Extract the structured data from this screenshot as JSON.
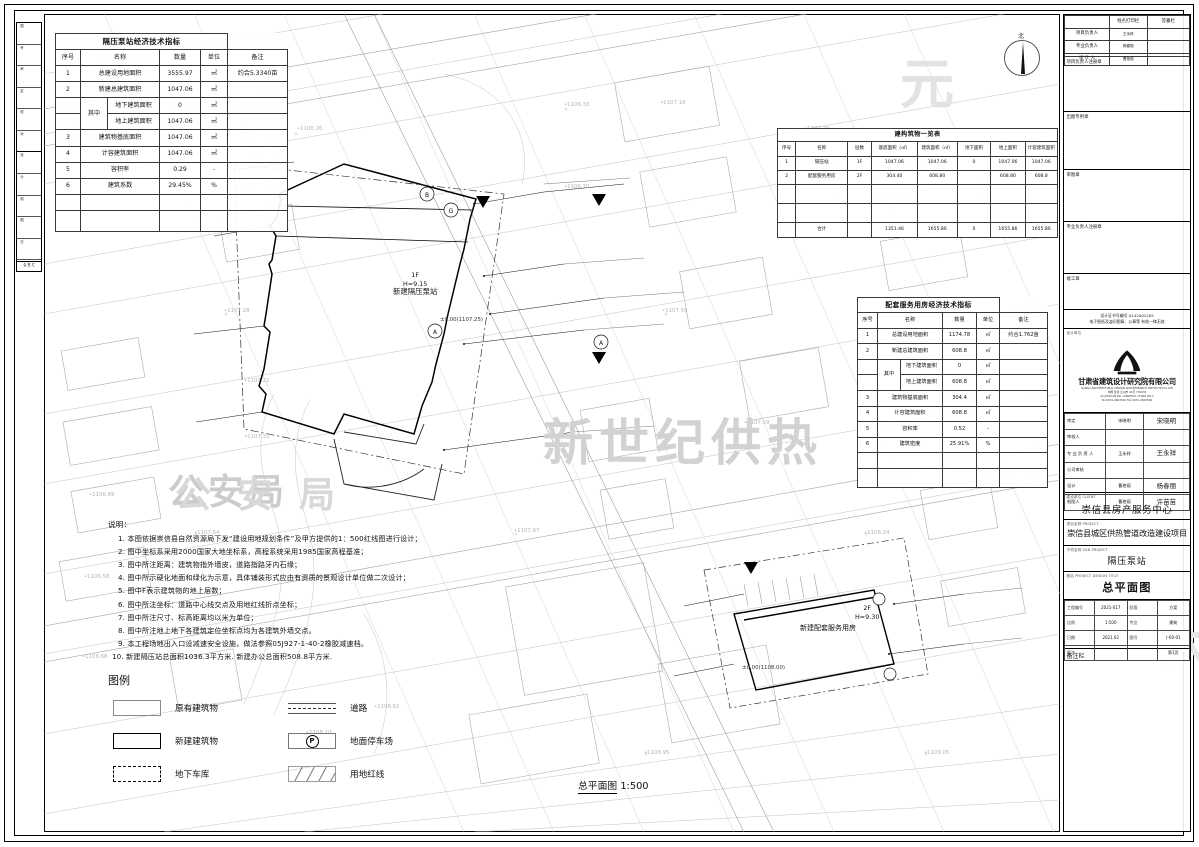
{
  "sheet": {
    "drawing_title": "总平面图",
    "scale_label": "1:500"
  },
  "edge_table": {
    "cells": [
      "图",
      "号",
      "审",
      "定",
      "校",
      "对",
      "设",
      "计",
      "制",
      "图",
      "日",
      "期"
    ],
    "footer": "会 签 栏"
  },
  "econ_table_a": {
    "title": "隔压泵站经济技术指标",
    "headers": [
      "序号",
      "名称",
      "数量",
      "单位",
      "备注"
    ],
    "rows": [
      {
        "no": "1",
        "name": "总建设用地面积",
        "qty": "3555.97",
        "unit": "㎡",
        "note": "约合5.3340亩"
      },
      {
        "no": "2",
        "name": "新建总建筑面积",
        "qty": "1047.06",
        "unit": "㎡",
        "note": ""
      },
      {
        "no": "",
        "group": "其中",
        "name": "地下建筑面积",
        "qty": "0",
        "unit": "㎡",
        "note": ""
      },
      {
        "no": "",
        "group": "其中",
        "name": "地上建筑面积",
        "qty": "1047.06",
        "unit": "㎡",
        "note": ""
      },
      {
        "no": "3",
        "name": "建筑物基底面积",
        "qty": "1047.06",
        "unit": "㎡",
        "note": ""
      },
      {
        "no": "4",
        "name": "计容建筑面积",
        "qty": "1047.06",
        "unit": "㎡",
        "note": ""
      },
      {
        "no": "5",
        "name": "容积率",
        "qty": "0.29",
        "unit": "-",
        "note": ""
      },
      {
        "no": "6",
        "name": "建筑系数",
        "qty": "29.45%",
        "unit": "%",
        "note": ""
      }
    ]
  },
  "econ_table_b": {
    "title": "配套服务用房经济技术指标",
    "headers": [
      "序号",
      "名称",
      "数量",
      "单位",
      "备注"
    ],
    "rows": [
      {
        "no": "1",
        "name": "总建设用地面积",
        "qty": "1174.78",
        "unit": "㎡",
        "note": "约合1.762亩"
      },
      {
        "no": "2",
        "name": "新建总建筑面积",
        "qty": "608.8",
        "unit": "㎡",
        "note": ""
      },
      {
        "no": "",
        "group": "其中",
        "name": "地下建筑面积",
        "qty": "0",
        "unit": "㎡",
        "note": ""
      },
      {
        "no": "",
        "group": "其中",
        "name": "地上建筑面积",
        "qty": "608.8",
        "unit": "㎡",
        "note": ""
      },
      {
        "no": "3",
        "name": "建筑物基底面积",
        "qty": "304.4",
        "unit": "㎡",
        "note": ""
      },
      {
        "no": "4",
        "name": "计容建筑面积",
        "qty": "608.8",
        "unit": "㎡",
        "note": ""
      },
      {
        "no": "5",
        "name": "容积率",
        "qty": "0.52",
        "unit": "-",
        "note": ""
      },
      {
        "no": "6",
        "name": "建筑密度",
        "qty": "25.91%",
        "unit": "%",
        "note": ""
      }
    ]
  },
  "summary_table": {
    "title": "建构筑物一览表",
    "headers": [
      "序号",
      "名称",
      "层数",
      "基底面积（㎡）",
      "建筑面积（㎡）",
      "地下面积",
      "地上面积",
      "计容建筑面积"
    ],
    "rows": [
      {
        "no": "1",
        "name": "隔压站",
        "floors": "1F",
        "base": "1047.06",
        "area": "1047.06",
        "under": "0",
        "above": "1047.06",
        "far_area": "1047.06"
      },
      {
        "no": "2",
        "name": "配套服务用房",
        "floors": "2F",
        "base": "304.40",
        "area": "608.80",
        "under": "",
        "above": "608.80",
        "far_area": "608.8"
      }
    ],
    "total_label": "合计",
    "total": {
      "base": "1351.46",
      "area": "1655.86",
      "under": "0",
      "above": "1655.86",
      "far_area": "1655.86"
    }
  },
  "notes": {
    "heading": "说明：",
    "items": [
      "1. 本图依据崇信县自然资源局下发“建设用地规划条件”及甲方提供的1：500红线图进行设计；",
      "2. 图中坐标系采用2000国家大地坐标系，高程系统采用1985国家高程基准；",
      "3. 图中所注距离：建筑物指外墙皮，道路指路牙内石缘；",
      "4. 图中所示硬化地面和绿化为示意，具体铺装形式应由有资质的景观设计单位做二次设计；",
      "5. 图中F表示建筑物的地上层数；",
      "6. 图中所注坐标：道路中心线交点及用地红线折点坐标；",
      "7. 图中所注尺寸、标高距离均以米为单位；",
      "8. 图中所注地上地下各建筑定位坐标点均为各建筑外墙交点。",
      "9. 本工程场地出入口设减速安全设施，做法参照05J927-1-40-2橡胶减速档。",
      "10. 新建隔压站总面积1036.3平方米. 新建办公总面积508.8平方米."
    ]
  },
  "legend": {
    "title": "图例",
    "items": [
      {
        "key": "existing-building",
        "label": "原有建筑物"
      },
      {
        "key": "new-building",
        "label": "新建建筑物"
      },
      {
        "key": "underground-garage",
        "label": "地下车库"
      },
      {
        "key": "road",
        "label": "道路"
      },
      {
        "key": "surface-parking",
        "label": "地面停车场",
        "glyph": "P"
      },
      {
        "key": "land-red-line",
        "label": "用地红线"
      }
    ]
  },
  "plan_labels": {
    "building_1": {
      "floors": "1F",
      "height": "H=9.15",
      "name": "新建隔压泵站"
    },
    "building_2": {
      "floors": "2F",
      "height": "H=9.30",
      "name": "新建配套服务用房"
    },
    "elev_1": "±0.00(1107.25)",
    "elev_2": "±0.00(1108.00)",
    "north_mark": "北"
  },
  "watermarks": {
    "center": "新世纪供热",
    "left": "公安局",
    "right_top": "元",
    "right_bottom": "大"
  },
  "title_block": {
    "sign_header": [
      "",
      "姓名打印栏",
      "签署栏"
    ],
    "sign_rows": [
      {
        "role": "项目负责人",
        "name": "王永祥"
      },
      {
        "role": "专业负责人",
        "name": "杨春丽"
      },
      {
        "role": "设 计 人",
        "name": "曹艳丽"
      }
    ],
    "stamp_blocks": [
      "项目负责人注册章",
      "出图专用章",
      "审图章",
      "专业负责人注册章",
      "竣工章"
    ],
    "cert": {
      "line1": "设计证书号编号    A142001205",
      "line2": "电子图纸及盗印图章、公章等  有效一律无效"
    },
    "design_unit_caption": "设计单位",
    "company_cn": "甘肃省建筑设计研究院有限公司",
    "company_en_1": "GANSU ARCHITECTURAL DESIGN AND RESEARCH INSTITUTE CO.,LTD",
    "company_en_2": "中国 甘肃 兰州市  41号   730030",
    "company_en_3": "41 JIUQUAN RD. LANZHOU, CHINA  P.R.C",
    "company_en_4": "Tel 0931-4603500  Fax 0931-4603500",
    "roles": [
      {
        "label": "审定",
        "sub": "APPROVED",
        "name": "宋晓明",
        "sign": "宋晓明"
      },
      {
        "label": "审核人",
        "sub": "CHECKED",
        "name": "",
        "sign": ""
      },
      {
        "label": "专 业 负 责 人",
        "sub": "DISCIPLINE",
        "name": "王永祥",
        "sign": "王永祥"
      },
      {
        "label": "公司审核",
        "sub": "VERIFIED",
        "name": "",
        "sign": ""
      },
      {
        "label": "设计",
        "sub": "DESIGNED",
        "name": "曹艳丽",
        "sign": "杨春丽"
      },
      {
        "label": "制图人",
        "sub": "DRAWN",
        "name": "曹艳丽",
        "sign": "许苗苗"
      }
    ],
    "client_caption": "建设单位 CLIENT",
    "client": "崇信县房产服务中心",
    "project_caption": "项目名称 PROJECT",
    "project": "崇信县城区供热管道改造建设项目",
    "sub_project_caption": "子项名称 SUB-PROJECT",
    "sub_project": "隔压泵站",
    "drawing_caption": "图名 PROJECT DESIGN TITLE",
    "drawing": "总平面图",
    "meta": [
      {
        "k": "工程编号",
        "v": "2021-017",
        "k2": "阶段",
        "v2": "方案"
      },
      {
        "k": "比例",
        "v": "1:500",
        "k2": "专业",
        "v2": "建筑"
      },
      {
        "k": "日期",
        "v": "2021.02",
        "k2": "图号",
        "v2": "(-00-01"
      },
      {
        "k": "版次",
        "v": "",
        "k2": "",
        "v2": "第1页"
      }
    ],
    "remark_caption": "备注栏"
  }
}
